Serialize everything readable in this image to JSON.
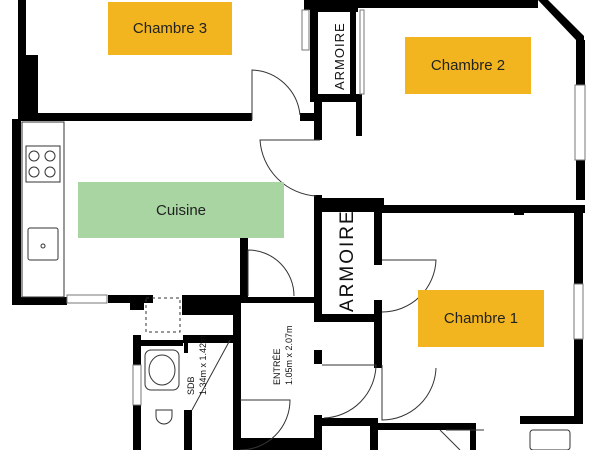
{
  "rooms": {
    "chambre3": "Chambre 3",
    "chambre2": "Chambre 2",
    "chambre1": "Chambre 1",
    "cuisine": "Cuisine",
    "armoire_top": "ARMOIRE",
    "armoire_mid": "ARMOIRE",
    "entree_name": "ENTRÉE",
    "entree_dims": "1.05m x 2.07m",
    "sdb_name": "SDB",
    "sdb_dims": "1.34m x 1.42m"
  },
  "colors": {
    "bedroom_label": "#f2b51f",
    "kitchen_label": "#a8d5a2",
    "wall": "#000000"
  }
}
